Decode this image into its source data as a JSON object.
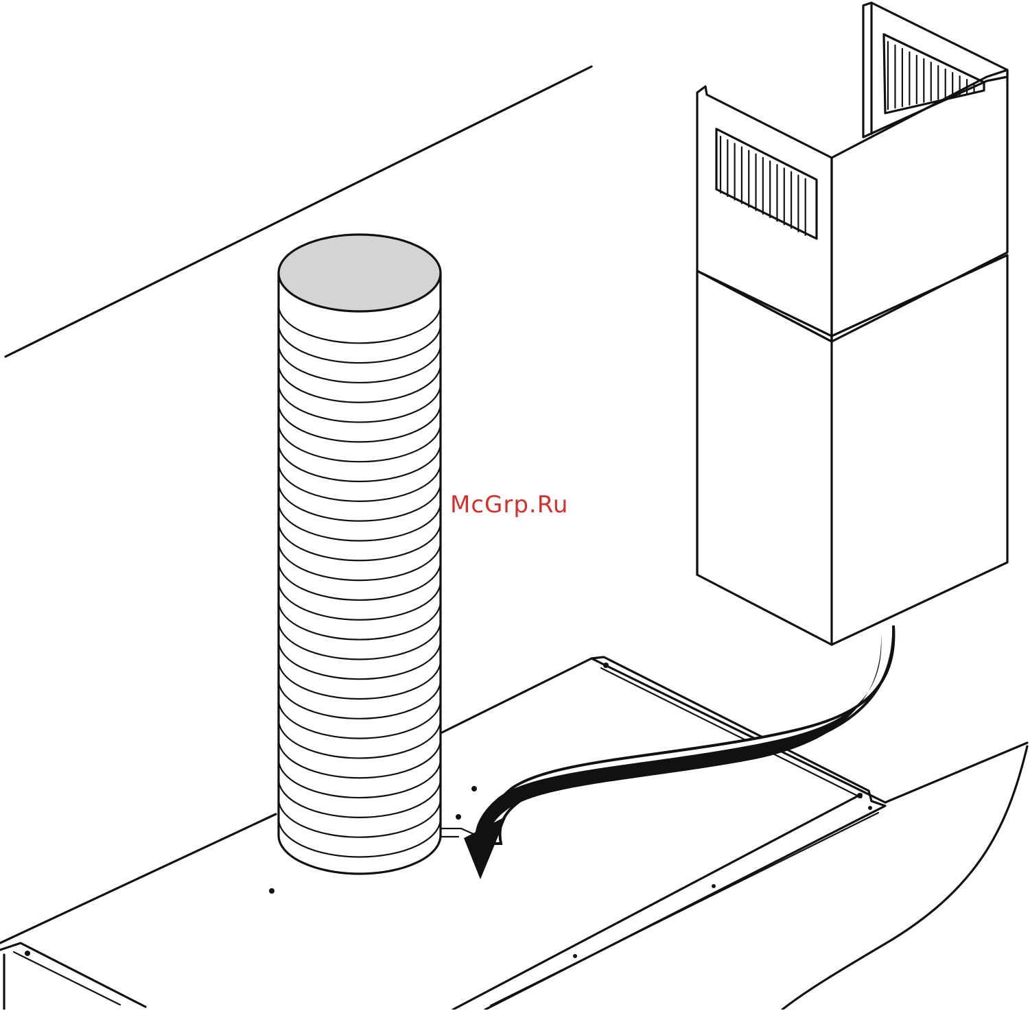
{
  "watermark": {
    "text": "McGrp.Ru",
    "color": "#d0312d"
  },
  "colors": {
    "line": "#111111",
    "background": "#ffffff",
    "duct_top": "#d4d4d4"
  },
  "components": {
    "duct": {
      "icon": "flexible-duct",
      "ring_count": 27
    },
    "chimney": {
      "icon": "chimney-cover",
      "vent_slats": 13
    },
    "hood": {
      "icon": "cooker-hood"
    },
    "arrow": {
      "icon": "curved-arrow-down"
    }
  }
}
